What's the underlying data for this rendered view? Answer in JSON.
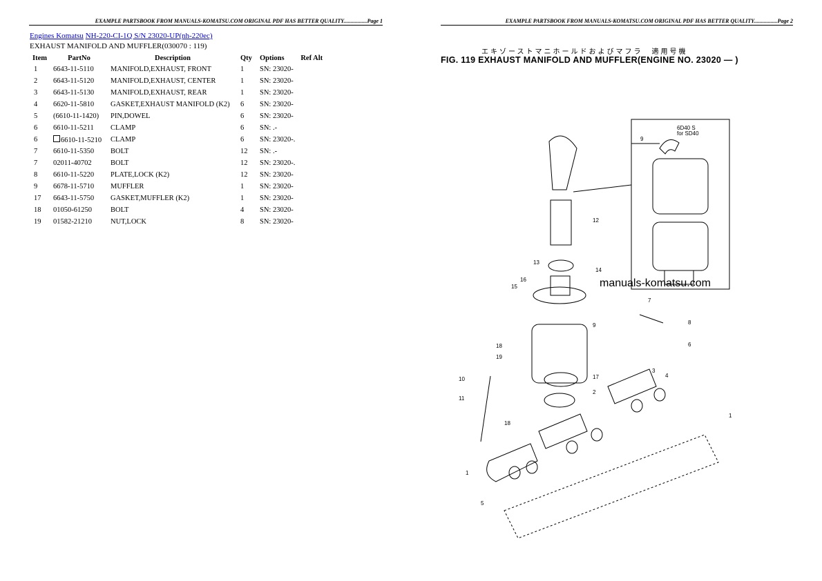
{
  "header_left": "EXAMPLE PARTSBOOK FROM MANUALS-KOMATSU.COM ORIGINAL PDF HAS BETTER QUALITY.................Page 1",
  "header_right": "EXAMPLE PARTSBOOK FROM MANUALS-KOMATSU.COM ORIGINAL PDF HAS BETTER QUALITY.................Page 2",
  "breadcrumb": {
    "link1": "Engines Komatsu",
    "link2": "NH-220-CI-1Q S/N 23020-UP(nh-220ec)"
  },
  "subtitle": "EXHAUST MANIFOLD AND MUFFLER(030070 : 119)",
  "columns": [
    "Item",
    "PartNo",
    "Description",
    "Qty",
    "Options",
    "Ref Alt"
  ],
  "rows": [
    {
      "item": "1",
      "part": "6643-11-5110",
      "desc": "MANIFOLD,EXHAUST, FRONT",
      "qty": "1",
      "opt": "SN: 23020-"
    },
    {
      "item": "2",
      "part": "6643-11-5120",
      "desc": "MANIFOLD,EXHAUST, CENTER",
      "qty": "1",
      "opt": "SN: 23020-"
    },
    {
      "item": "3",
      "part": "6643-11-5130",
      "desc": "MANIFOLD,EXHAUST, REAR",
      "qty": "1",
      "opt": "SN: 23020-"
    },
    {
      "item": "4",
      "part": "6620-11-5810",
      "desc": "GASKET,EXHAUST MANIFOLD (K2)",
      "qty": "6",
      "opt": "SN: 23020-"
    },
    {
      "item": "5",
      "part": "(6610-11-1420)",
      "desc": "PIN,DOWEL",
      "qty": "6",
      "opt": "SN: 23020-"
    },
    {
      "item": "6",
      "part": "6610-11-5211",
      "desc": "CLAMP",
      "qty": "6",
      "opt": "SN: .-"
    },
    {
      "item": "6",
      "part": "6610-11-5210",
      "desc": "CLAMP",
      "qty": "6",
      "opt": "SN: 23020-.",
      "boxed": true
    },
    {
      "item": "7",
      "part": "6610-11-5350",
      "desc": "BOLT",
      "qty": "12",
      "opt": "SN: .-"
    },
    {
      "item": "7",
      "part": "02011-40702",
      "desc": "BOLT",
      "qty": "12",
      "opt": "SN: 23020-."
    },
    {
      "item": "8",
      "part": "6610-11-5220",
      "desc": "PLATE,LOCK (K2)",
      "qty": "12",
      "opt": "SN: 23020-"
    },
    {
      "item": "9",
      "part": "6678-11-5710",
      "desc": "MUFFLER",
      "qty": "1",
      "opt": "SN: 23020-"
    },
    {
      "item": "17",
      "part": "6643-11-5750",
      "desc": "GASKET,MUFFLER (K2)",
      "qty": "1",
      "opt": "SN: 23020-"
    },
    {
      "item": "18",
      "part": "01050-61250",
      "desc": "BOLT",
      "qty": "4",
      "opt": "SN: 23020-"
    },
    {
      "item": "19",
      "part": "01582-21210",
      "desc": "NUT,LOCK",
      "qty": "8",
      "opt": "SN: 23020-"
    }
  ],
  "figure": {
    "title_jp": "エキゾーストマニホールドおよびマフラ　適用号機",
    "title": "FIG. 119  EXHAUST MANIFOLD AND MUFFLER(ENGINE NO. 23020 —  )",
    "watermark": "manuals-komatsu.com",
    "inset_note_1": "6D40 S",
    "inset_note_2": "for SD40"
  }
}
